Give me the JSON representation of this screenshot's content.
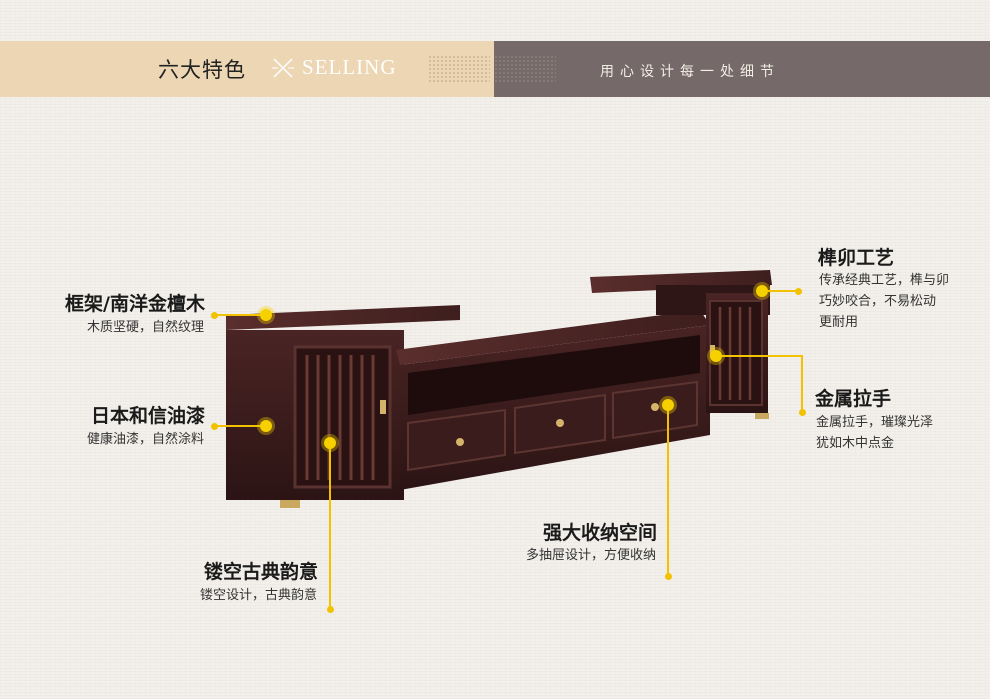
{
  "banner": {
    "title": "六大特色",
    "subtitle": "SELLING",
    "slogan": "用心设计每一处细节"
  },
  "colors": {
    "banner_left": "#ecd6b3",
    "banner_right": "#756a69",
    "accent": "#f2c200",
    "wood": "#3a1c1c"
  },
  "callouts": [
    {
      "title": "框架/南洋金檀木",
      "desc": [
        "木质坚硬，自然纹理"
      ]
    },
    {
      "title": "日本和信油漆",
      "desc": [
        "健康油漆，自然涂料"
      ]
    },
    {
      "title": "镂空古典韵意",
      "desc": [
        "镂空设计，古典韵意"
      ]
    },
    {
      "title": "强大收纳空间",
      "desc": [
        "多抽屉设计，方便收纳"
      ]
    },
    {
      "title": "榫卯工艺",
      "desc": [
        "传承经典工艺，榫与卯",
        "巧妙咬合，不易松动",
        "更耐用"
      ]
    },
    {
      "title": "金属拉手",
      "desc": [
        "金属拉手，璀璨光泽",
        "犹如木中点金"
      ]
    }
  ]
}
